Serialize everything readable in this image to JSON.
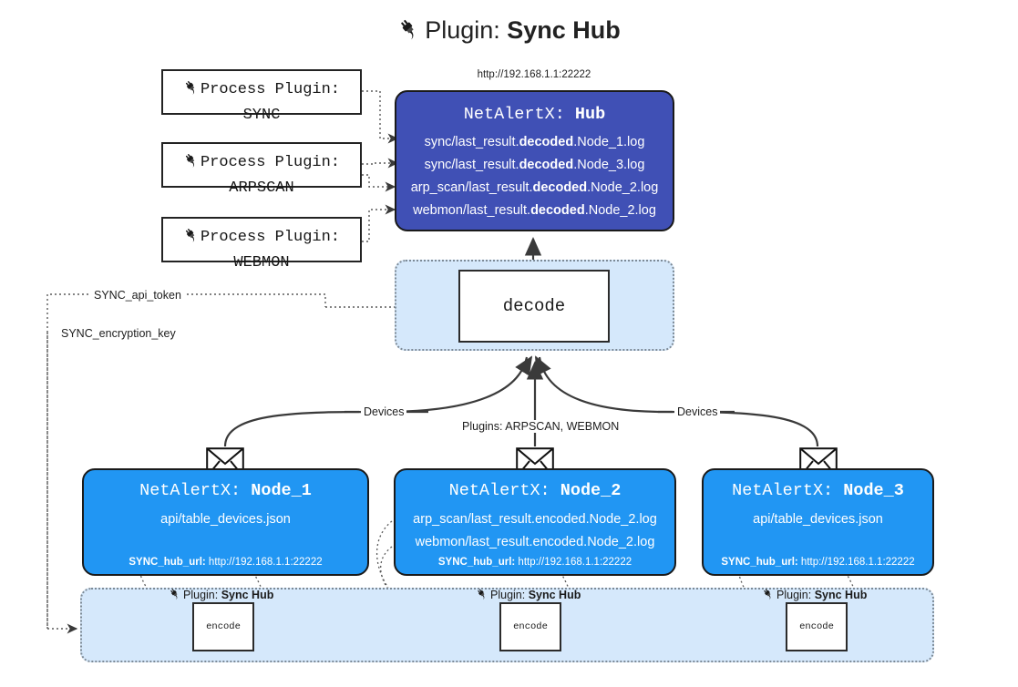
{
  "title": {
    "icon": "plug-icon",
    "prefix": "Plugin: ",
    "name": "Sync Hub"
  },
  "process_plugins": [
    {
      "icon": "plug-icon",
      "header": "Process Plugin:",
      "name": "SYNC"
    },
    {
      "icon": "plug-icon",
      "header": "Process Plugin:",
      "name": "ARPSCAN"
    },
    {
      "icon": "plug-icon",
      "header": "Process Plugin:",
      "name": "WEBMON"
    }
  ],
  "hub": {
    "url": "http://192.168.1.1:22222",
    "title_prefix": "NetAlertX: ",
    "title_name": "Hub",
    "color": "#4050b5",
    "logs": [
      {
        "pre": "sync/last_result.",
        "mid": "decoded",
        "post": ".Node_1.log"
      },
      {
        "pre": "sync/last_result.",
        "mid": "decoded",
        "post": ".Node_3.log"
      },
      {
        "pre": "arp_scan/last_result.",
        "mid": "decoded",
        "post": ".Node_2.log"
      },
      {
        "pre": "webmon/last_result.",
        "mid": "decoded",
        "post": ".Node_2.log"
      }
    ]
  },
  "decode": {
    "label": "decode",
    "container_color": "#d5e8fb"
  },
  "edge_labels": {
    "api_token": "SYNC_api_token",
    "encryption_key": "SYNC_encryption_key",
    "devices_left": "Devices",
    "devices_right": "Devices",
    "plugins_mid": "Plugins: ARPSCAN, WEBMON"
  },
  "nodes": [
    {
      "title_prefix": "NetAlertX: ",
      "title_name": "Node_1",
      "color": "#2196f3",
      "lines": [
        {
          "text": "api/table_devices.json"
        }
      ],
      "footer_key": "SYNC_hub_url: ",
      "footer_value": "http://192.168.1.1:22222",
      "envelope_icon": "envelope-icon"
    },
    {
      "title_prefix": "NetAlertX: ",
      "title_name": "Node_2",
      "color": "#2196f3",
      "lines": [
        {
          "text": "arp_scan/last_result.encoded.Node_2.log"
        },
        {
          "text": "webmon/last_result.encoded.Node_2.log"
        }
      ],
      "footer_key": "SYNC_hub_url: ",
      "footer_value": "http://192.168.1.1:22222",
      "envelope_icon": "envelope-icon"
    },
    {
      "title_prefix": "NetAlertX: ",
      "title_name": "Node_3",
      "color": "#2196f3",
      "lines": [
        {
          "text": "api/table_devices.json"
        }
      ],
      "footer_key": "SYNC_hub_url: ",
      "footer_value": "http://192.168.1.1:22222",
      "envelope_icon": "envelope-icon"
    }
  ],
  "encoders": [
    {
      "plugin_prefix": "Plugin: ",
      "plugin_name": "Sync Hub",
      "box_label": "encode",
      "icon": "plug-icon"
    },
    {
      "plugin_prefix": "Plugin: ",
      "plugin_name": "Sync Hub",
      "box_label": "encode",
      "icon": "plug-icon"
    },
    {
      "plugin_prefix": "Plugin: ",
      "plugin_name": "Sync Hub",
      "box_label": "encode",
      "icon": "plug-icon"
    }
  ]
}
